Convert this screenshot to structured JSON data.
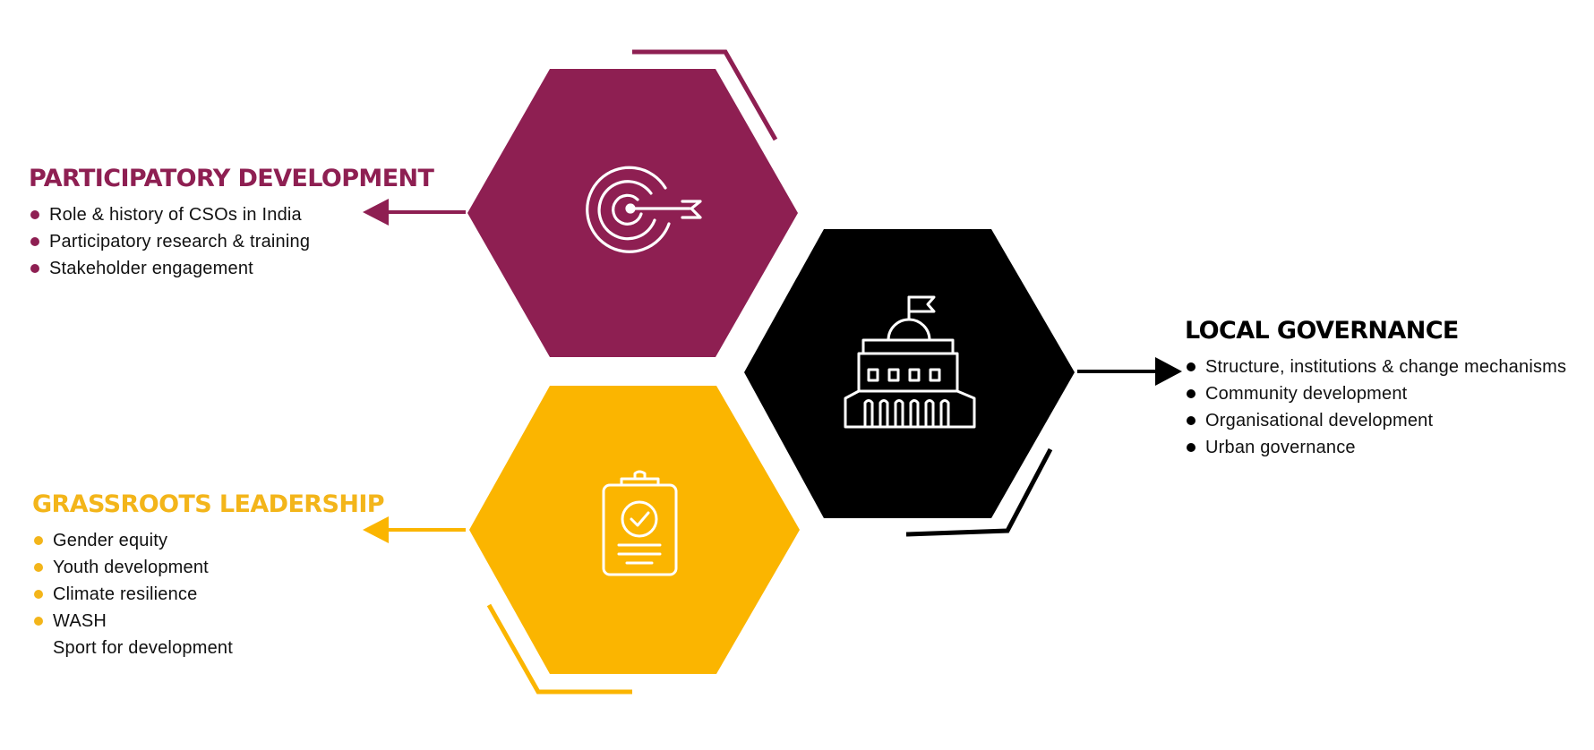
{
  "colors": {
    "participatory": "#8e1f52",
    "grassroots": "#fbb500",
    "governance": "#000000",
    "grassroots_text": "#f3b51a",
    "icon_stroke": "#ffffff"
  },
  "icons": {
    "participatory": "target-icon",
    "grassroots": "clipboard-check-icon",
    "governance": "government-building-icon"
  },
  "participatory": {
    "title": "PARTICIPATORY DEVELOPMENT",
    "items": [
      "Role & history of CSOs in India",
      "Participatory research & training",
      "Stakeholder engagement"
    ]
  },
  "grassroots": {
    "title": "GRASSROOTS LEADERSHIP",
    "items": [
      "Gender equity",
      "Youth development",
      "Climate resilience",
      "WASH",
      "Sport for development"
    ]
  },
  "governance": {
    "title": "LOCAL GOVERNANCE",
    "items": [
      "Structure, institutions & change mechanisms",
      "Community development",
      "Organisational development",
      "Urban governance"
    ]
  }
}
